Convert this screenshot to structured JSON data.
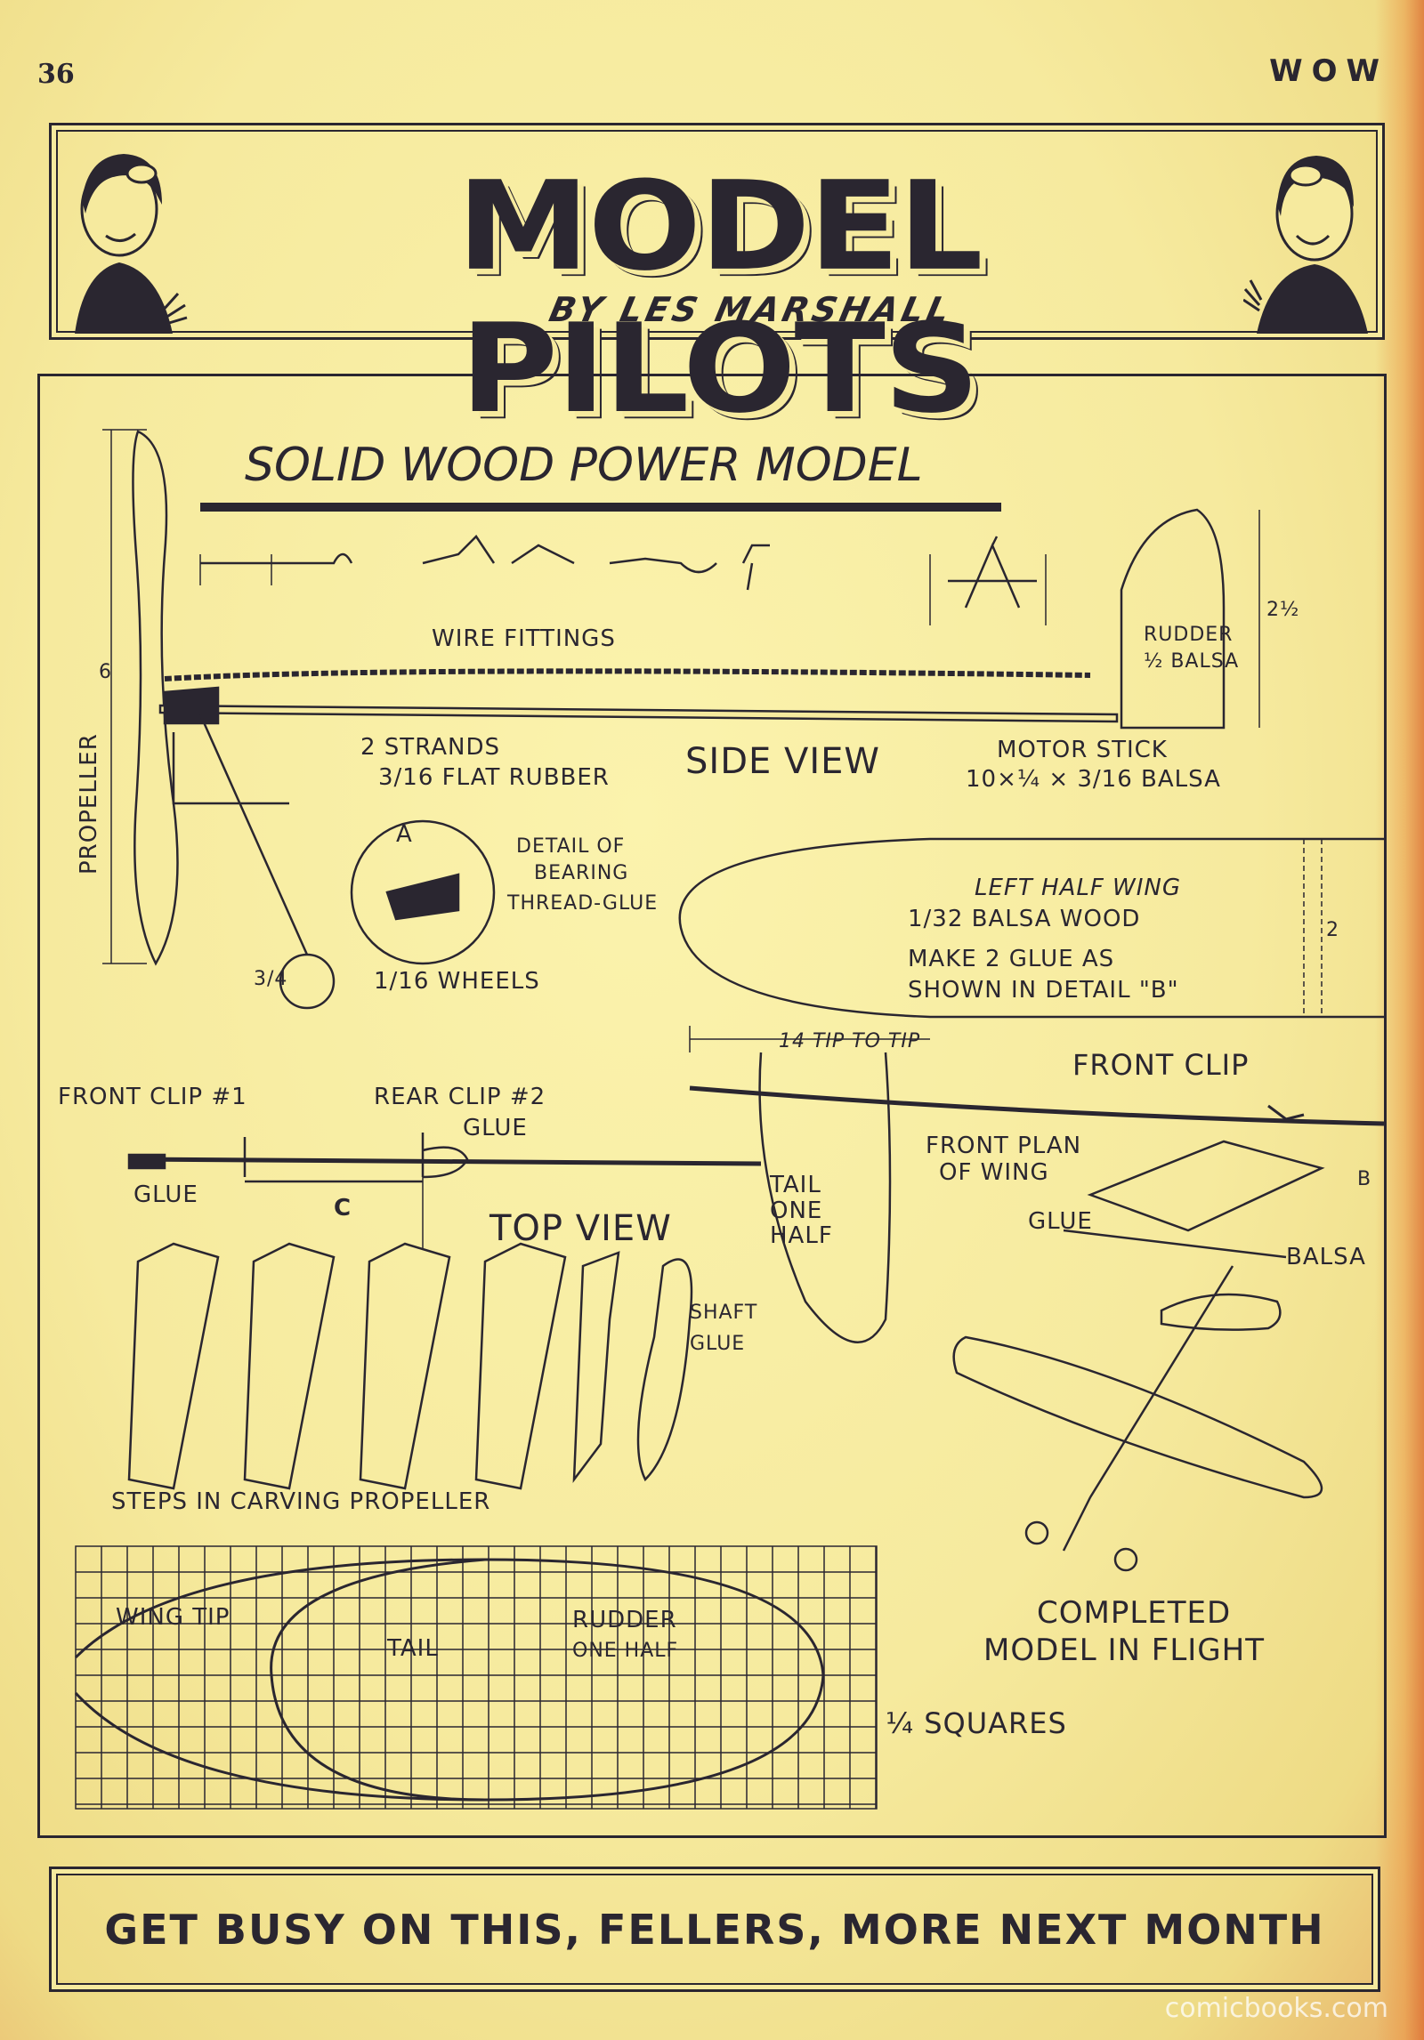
{
  "page": {
    "number": "36",
    "magazine": "WOW"
  },
  "header": {
    "title": "MODEL PILOTS",
    "byline": "BY LES MARSHALL"
  },
  "diagram": {
    "heading": "SOLID WOOD POWER MODEL",
    "labels": {
      "wire_fittings": "WIRE FITTINGS",
      "rudder": "RUDDER",
      "rudder_balsa": "½ BALSA",
      "rudder_height": "2½",
      "propeller": "PROPELLER",
      "prop_length": "6",
      "strands": "2 STRANDS",
      "flat_rubber": "3/16 FLAT RUBBER",
      "side_view": "SIDE VIEW",
      "motor_stick": "MOTOR STICK",
      "motor_stick_dims": "10×¼ × 3/16 BALSA",
      "detail_a": "A",
      "detail_of": "DETAIL OF",
      "bearing": "BEARING",
      "thread_glue": "THREAD-GLUE",
      "wheels": "1/16 WHEELS",
      "wheel_frac": "3/4",
      "left_half_wing": "LEFT HALF WING",
      "balsa_wood": "1/32 BALSA WOOD",
      "make_glue": "MAKE 2 GLUE AS",
      "shown_detail": "SHOWN IN DETAIL \"B\"",
      "wing_width": "2",
      "tip_to_tip": "14 TIP TO TIP",
      "front_clip_top": "FRONT CLIP",
      "front_clip": "FRONT CLIP #1",
      "rear_clip": "REAR CLIP #2",
      "glue1": "GLUE",
      "glue2": "GLUE",
      "detail_c": "C",
      "top_view": "TOP VIEW",
      "tail_one_half": "TAIL ONE HALF",
      "front_plan": "FRONT PLAN",
      "of_wing": "OF WING",
      "glue3": "GLUE",
      "detail_b": "B",
      "balsa": "BALSA",
      "shaft": "SHAFT",
      "glue4": "GLUE",
      "steps": "STEPS IN CARVING PROPELLER",
      "wing_tip": "WING TIP",
      "tail": "TAIL",
      "rudder_grid": "RUDDER",
      "one_half": "ONE HALF",
      "squares": "¼ SQUARES",
      "completed": "COMPLETED",
      "in_flight": "MODEL IN FLIGHT"
    }
  },
  "footer": {
    "text": "GET BUSY ON THIS, FELLERS, MORE NEXT MONTH"
  },
  "watermark": "comicbooks.com"
}
